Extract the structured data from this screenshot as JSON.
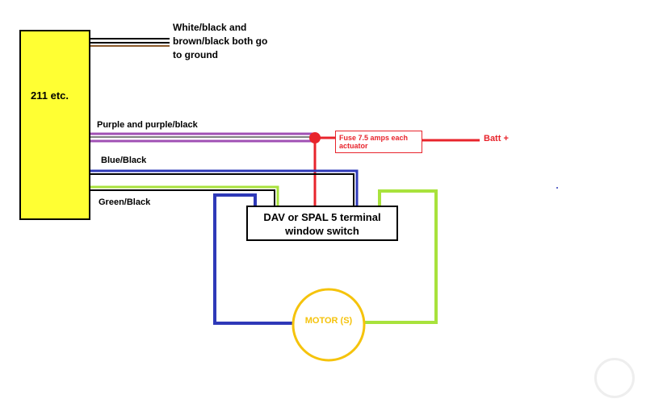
{
  "module": {
    "label": "211 etc."
  },
  "labels": {
    "ground_note": "White/black and brown/black both go to ground",
    "purple": "Purple and purple/black",
    "blue": "Blue/Black",
    "green": "Green/Black"
  },
  "switch": {
    "label": "DAV or SPAL 5 terminal window switch"
  },
  "fuse": {
    "label": "Fuse 7.5 amps each actuator"
  },
  "battery": {
    "label": "Batt +"
  },
  "motor": {
    "label": "MOTOR (S)"
  },
  "colors": {
    "module_fill": "#ffff33",
    "purple_wire": "#a050b4",
    "blue_wire": "#2e39b8",
    "green_wire": "#a8e23c",
    "red_wire": "#e8242c",
    "motor_outline": "#f5c30c",
    "brown_wire": "#8b5a2b"
  }
}
